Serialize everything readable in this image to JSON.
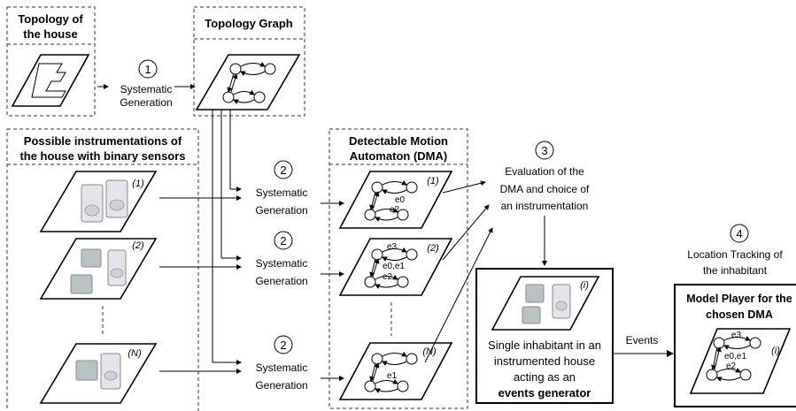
{
  "topology_box": {
    "title_line1": "Topology of",
    "title_line2": "the house"
  },
  "graph_box": {
    "title": "Topology Graph"
  },
  "steps": {
    "step1": {
      "number": "1",
      "label_line1": "Systematic",
      "label_line2": "Generation"
    },
    "step2": {
      "number": "2",
      "label_line1": "Systematic",
      "label_line2": "Generation"
    },
    "step3": {
      "number": "3",
      "label_line1": "Evaluation of the",
      "label_line2": "DMA and choice of",
      "label_line3": "an instrumentation"
    },
    "step4": {
      "number": "4",
      "label_line1": "Location Tracking of",
      "label_line2": "the inhabitant"
    }
  },
  "instr_box": {
    "title_line1": "Possible instrumentations of",
    "title_line2": "the house with binary sensors"
  },
  "instrumentations": [
    {
      "index": "(1)"
    },
    {
      "index": "(2)"
    },
    {
      "index": "(N)"
    }
  ],
  "dma_box": {
    "title_line1": "Detectable Motion",
    "title_line2": "Automaton (DMA)"
  },
  "dmas": [
    {
      "index": "(1)",
      "edge_labels": [
        "e0",
        "e2"
      ]
    },
    {
      "index": "(2)",
      "edge_labels": [
        "e3",
        "e0,e1",
        "e2"
      ]
    },
    {
      "index": "(N)",
      "edge_labels": [
        "e1"
      ]
    }
  ],
  "generator_box": {
    "index": "(i)",
    "line1": "Single inhabitant in an",
    "line2": "instrumented house",
    "line3": "acting as an",
    "line4": "events generator"
  },
  "events_label": "Events",
  "player_box": {
    "title_line1": "Model Player for the",
    "title_line2": "chosen DMA",
    "index": "(i)",
    "edge_labels": [
      "e3",
      "e0,e1",
      "e2"
    ]
  },
  "colors": {
    "sensor_light": "#e4e4ea",
    "sensor_gray": "#b9c2c2",
    "frame": "#000000"
  }
}
